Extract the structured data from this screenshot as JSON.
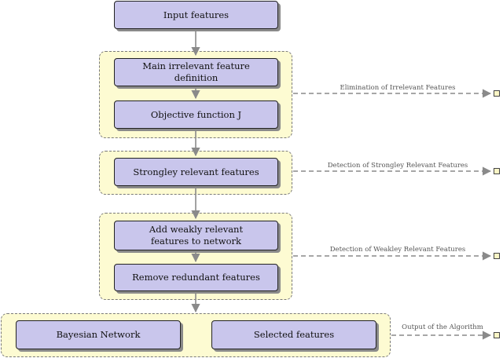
{
  "nodes": {
    "input": "Input features",
    "main_irrelevant": "Main irrelevant feature definition",
    "objective": "Objective function J",
    "strongly": "Strongley relevant features",
    "add_weak_line1": "Add weakly relevant",
    "add_weak_line2": "features to network",
    "remove_redundant": "Remove redundant features",
    "bayesian": "Bayesian Network",
    "selected": "Selected features"
  },
  "outputs": {
    "elimination": "Elimination of Irrelevant Features",
    "strong_detection": "Detection of Strongley Relevant Features",
    "weak_detection": "Detection of Weakley Relevant Features",
    "algorithm_output": "Output of the Algorithm"
  },
  "colors": {
    "node_fill": "#c9c6ec",
    "group_fill": "#fdfbd2",
    "arrow": "#8a8a8a"
  }
}
